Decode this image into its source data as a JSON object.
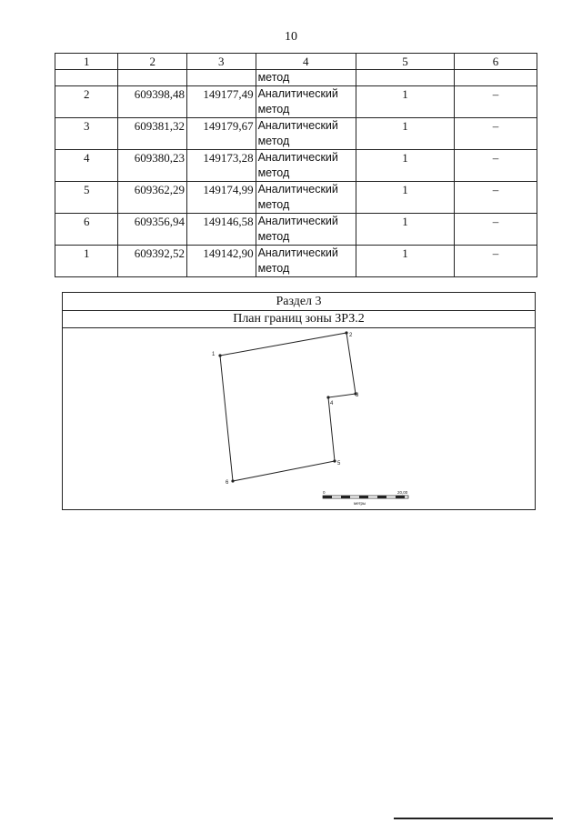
{
  "page_number": "10",
  "table": {
    "headers": [
      "1",
      "2",
      "3",
      "4",
      "5",
      "6"
    ],
    "continuation": {
      "method": "метод"
    },
    "rows": [
      {
        "num": "2",
        "x": "609398,48",
        "y": "149177,49",
        "method_line1": "Аналитический",
        "method_line2": "метод",
        "count": "1",
        "dash": "–"
      },
      {
        "num": "3",
        "x": "609381,32",
        "y": "149179,67",
        "method_line1": "Аналитический",
        "method_line2": "метод",
        "count": "1",
        "dash": "–"
      },
      {
        "num": "4",
        "x": "609380,23",
        "y": "149173,28",
        "method_line1": "Аналитический",
        "method_line2": "метод",
        "count": "1",
        "dash": "–"
      },
      {
        "num": "5",
        "x": "609362,29",
        "y": "149174,99",
        "method_line1": "Аналитический",
        "method_line2": "метод",
        "count": "1",
        "dash": "–"
      },
      {
        "num": "6",
        "x": "609356,94",
        "y": "149146,58",
        "method_line1": "Аналитический",
        "method_line2": "метод",
        "count": "1",
        "dash": "–"
      },
      {
        "num": "1",
        "x": "609392,52",
        "y": "149142,90",
        "method_line1": "Аналитический",
        "method_line2": "метод",
        "count": "1",
        "dash": "–"
      }
    ]
  },
  "section": {
    "title": "Раздел 3",
    "subtitle": "План границ зоны ЗРЗ.2"
  },
  "plan": {
    "points": [
      {
        "label": "1"
      },
      {
        "label": "2"
      },
      {
        "label": "3"
      },
      {
        "label": "4"
      },
      {
        "label": "5"
      },
      {
        "label": "6"
      }
    ],
    "scale": {
      "start": "0",
      "end": "20,00",
      "unit": "метры"
    }
  }
}
